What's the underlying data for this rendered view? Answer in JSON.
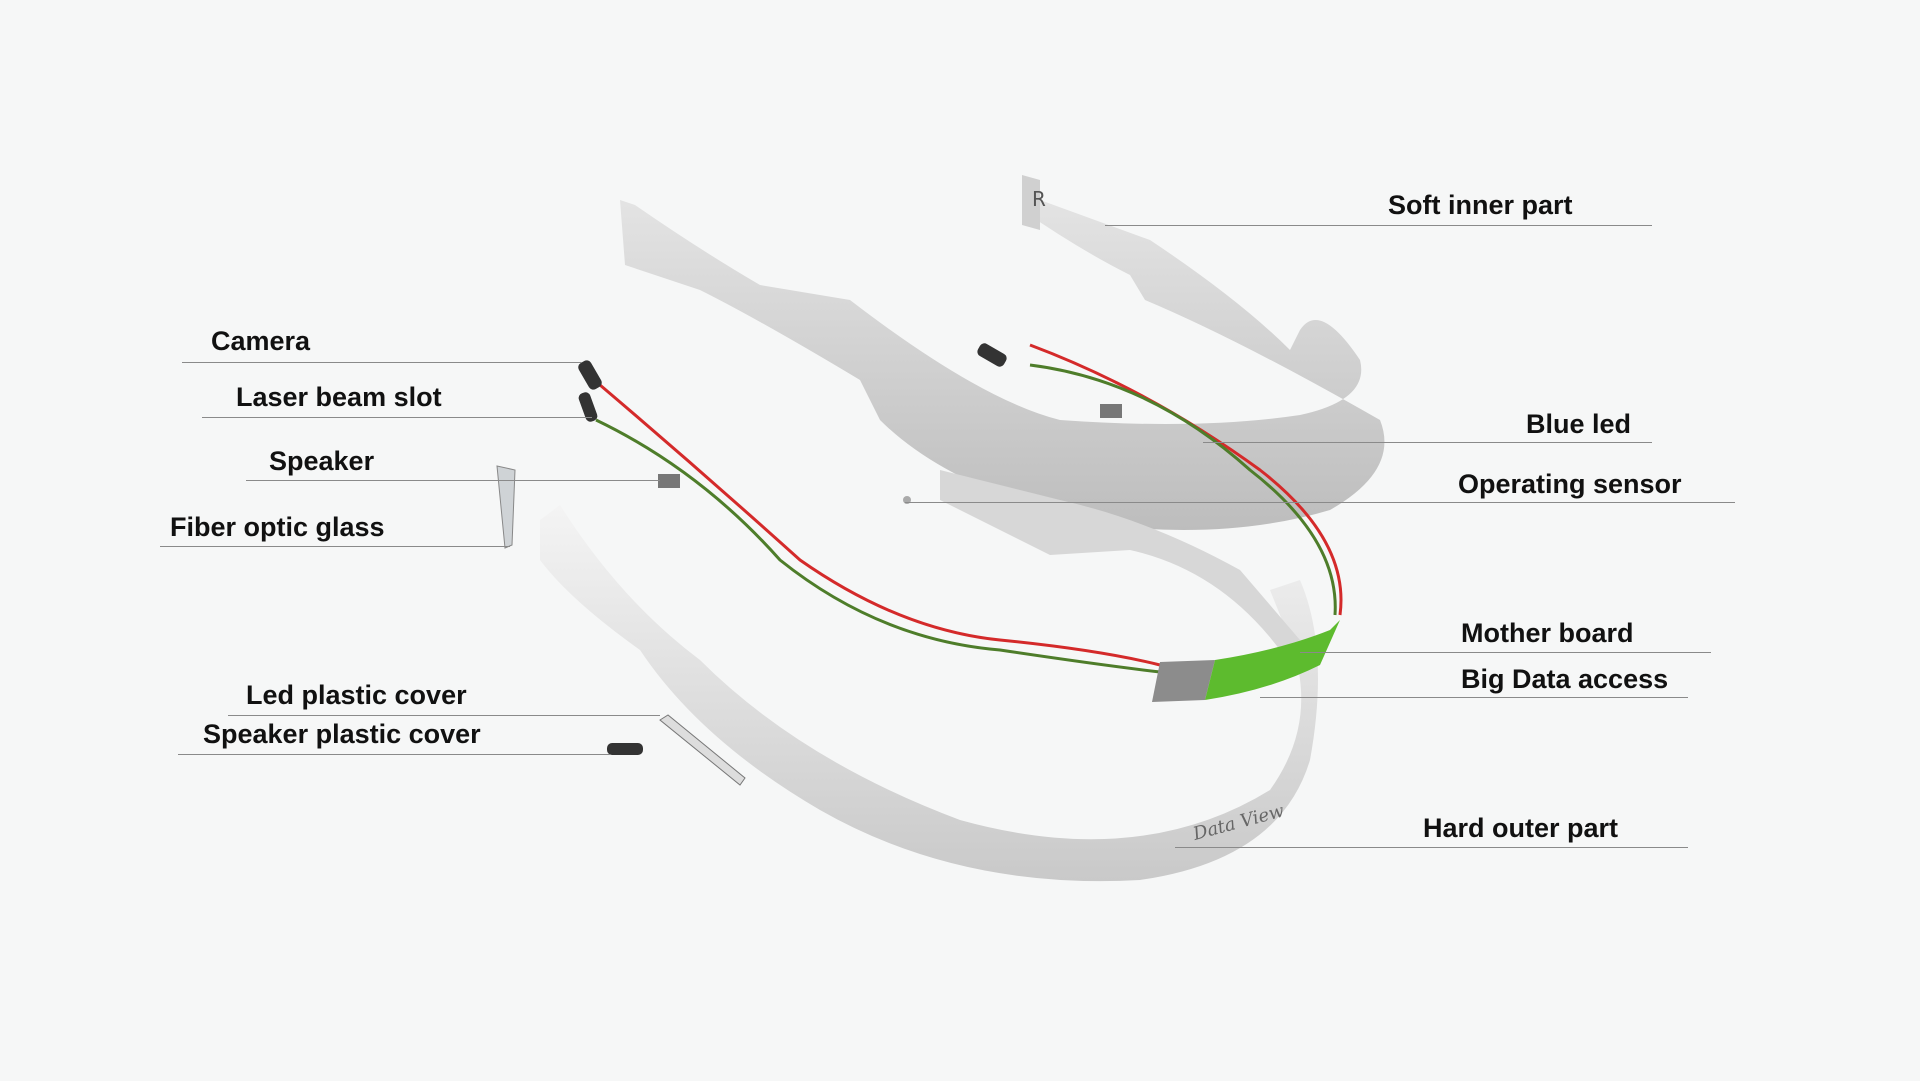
{
  "title": "Headset exploded view",
  "labels": {
    "camera": "Camera",
    "laser_beam_slot": "Laser beam slot",
    "speaker": "Speaker",
    "fiber_optic_glass": "Fiber optic glass",
    "led_plastic_cover": "Led plastic cover",
    "speaker_plastic_cover": "Speaker plastic cover",
    "soft_inner_part": "Soft inner part",
    "blue_led": "Blue led",
    "operating_sensor": "Operating sensor",
    "mother_board": "Mother board",
    "big_data_access": "Big Data access",
    "hard_outer_part": "Hard outer part"
  },
  "product_marks": {
    "side_mark": "R",
    "logo": "Data View"
  },
  "colors": {
    "background": "#f6f7f7",
    "board_green": "#5dbb2e",
    "wire_red": "#d42a2a",
    "wire_green": "#4e7d2a"
  }
}
